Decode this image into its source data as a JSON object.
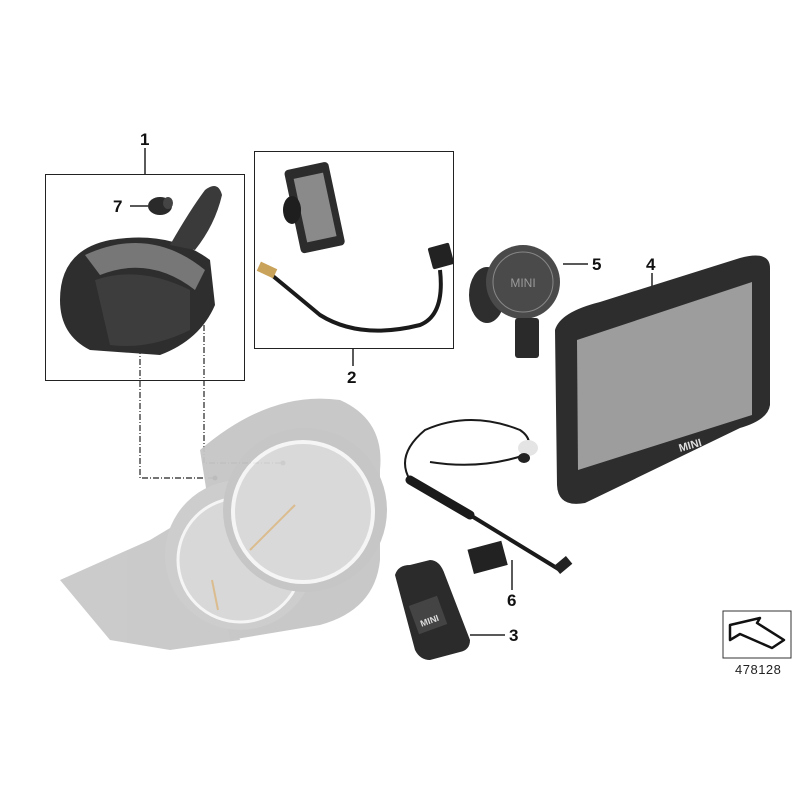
{
  "diagram": {
    "type": "exploded parts diagram",
    "subject": "MINI navigation / smartphone holder accessory set",
    "diagram_number": "478128",
    "brand_marks": [
      "MINI",
      "MINI",
      "MINI"
    ],
    "parts": [
      {
        "callout": "1",
        "description": "Mount base for instrument cluster (boxed group)"
      },
      {
        "callout": "2",
        "description": "Phone cradle with USB / dock cable (boxed group)"
      },
      {
        "callout": "3",
        "description": "Phone cradle with MINI logo"
      },
      {
        "callout": "4",
        "description": "Navigation device with MINI logo"
      },
      {
        "callout": "5",
        "description": "Round holder with MINI logo"
      },
      {
        "callout": "6",
        "description": "Charging cable with in-line adapter"
      },
      {
        "callout": "7",
        "description": "Screw / plug"
      }
    ]
  },
  "labels": {
    "l1": "1",
    "l2": "2",
    "l3": "3",
    "l4": "4",
    "l5": "5",
    "l6": "6",
    "l7": "7"
  },
  "colors": {
    "line": "#222222",
    "part_dark": "#2b2b2b",
    "part_mid": "#6e6e6e",
    "cluster_gray": "#c9c9c9",
    "screen_gray": "#9a9a9a",
    "needle": "#d9b98a"
  }
}
